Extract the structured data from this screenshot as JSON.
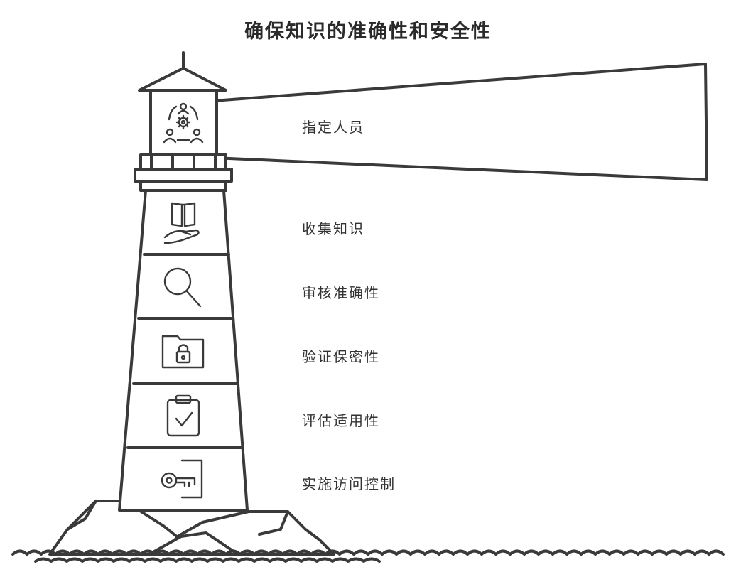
{
  "title": "确保知识的准确性和安全性",
  "steps": [
    {
      "label": "指定人员",
      "icon": "team-gear-icon"
    },
    {
      "label": "收集知识",
      "icon": "book-hand-icon"
    },
    {
      "label": "审核准确性",
      "icon": "magnifier-icon"
    },
    {
      "label": "验证保密性",
      "icon": "locked-folder-icon"
    },
    {
      "label": "评估适用性",
      "icon": "clipboard-check-icon"
    },
    {
      "label": "实施访问控制",
      "icon": "key-door-icon"
    }
  ],
  "colors": {
    "ink": "#3a3a3a",
    "background": "#ffffff"
  }
}
